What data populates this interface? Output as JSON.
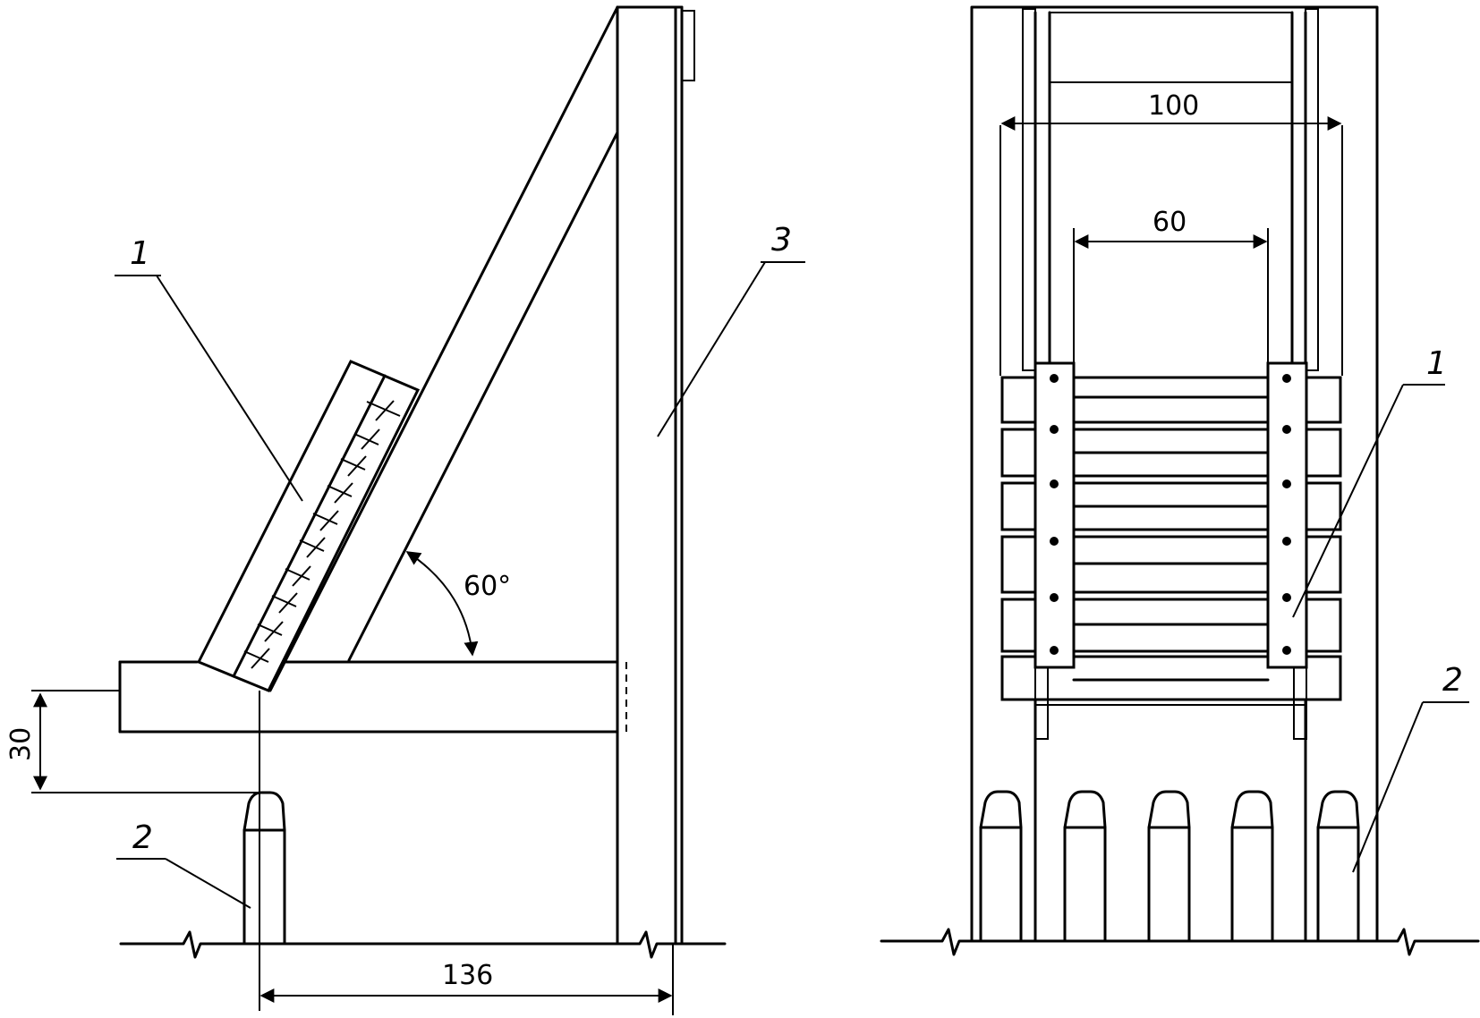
{
  "side_view": {
    "labels": {
      "part1": "1",
      "part2": "2",
      "part3": "3"
    },
    "dimensions": {
      "height_offset": "30",
      "base_length": "136",
      "angle": "60°"
    }
  },
  "front_view": {
    "labels": {
      "part1": "1",
      "part2": "2"
    },
    "dimensions": {
      "outer_width": "100",
      "inner_width": "60"
    }
  }
}
